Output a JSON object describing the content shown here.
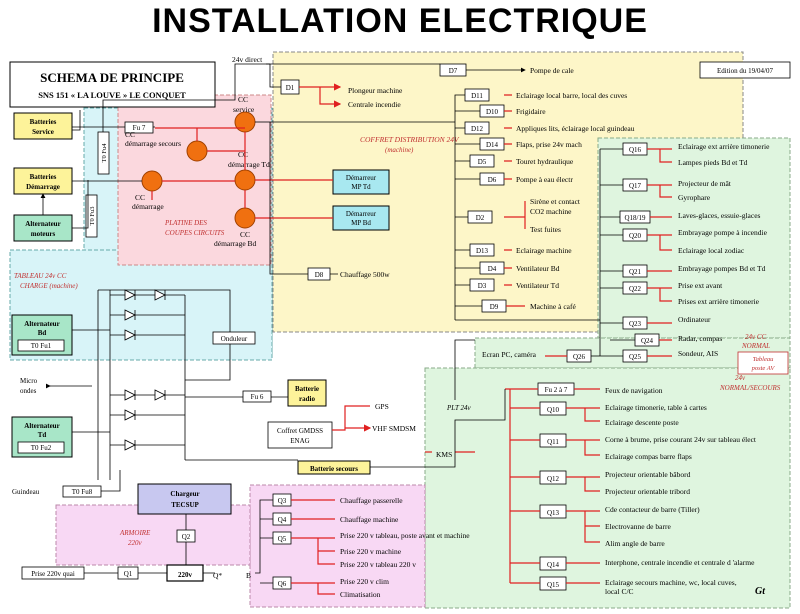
{
  "title": "INSTALLATION ELECTRIQUE",
  "header": {
    "schema": "SCHEMA DE PRINCIPE",
    "vessel": "SNS 151 « LA LOUVE » LE CONQUET",
    "edition": "Edition du 19/04/07"
  },
  "zones": {
    "coffret": "COFFRET DISTRIBUTION 24V",
    "coffret_sub": "(machine)",
    "platine": "PLATINE DES",
    "platine_sub": "COUPES CIRCUITS",
    "tableau": "TABLEAU 24v CC",
    "tableau_sub": "CHARGE (machine)",
    "normal": "24v CC",
    "normal_sub": "NORMAL",
    "normal_secours": "24v",
    "normal_secours_sub": "NORMAL/SECOURS",
    "poste_av_1": "Tableau",
    "poste_av_2": "poste AV",
    "armoire": "ARMOIRE",
    "armoire_sub": "220v",
    "plt": "PLT 24v"
  },
  "sources": {
    "bat_service_1": "Batteries",
    "bat_service_2": "Service",
    "bat_dem_1": "Batteries",
    "bat_dem_2": "Démarrage",
    "alt_mot_1": "Alternateur",
    "alt_mot_2": "moteurs",
    "alt_bd_1": "Alternateur",
    "alt_bd_2": "Bd",
    "t0fu1": "T0 Fu1",
    "alt_td_1": "Alternateur",
    "alt_td_2": "Td",
    "t0fu2": "T0 Fu2"
  },
  "left": {
    "micro1": "Micro",
    "micro2": "ondes",
    "guindeau": "Guindeau",
    "t0fu8": "T0 Fu8",
    "prise_quai": "Prise 220v quai"
  },
  "fuses": {
    "fu7": "Fu 7",
    "t0fu4": "T0 Fu4",
    "t0fu3": "T0 Fu3",
    "fu6": "Fu 6"
  },
  "platine": {
    "cc_secours_1": "CC",
    "cc_secours_2": "démarrage secours",
    "cc_service_1": "CC",
    "cc_service_2": "service",
    "cc_td_1": "CC",
    "cc_td_2": "démarrage Td",
    "cc_dem_1": "CC",
    "cc_dem_2": "démarrage",
    "cc_bd_1": "CC",
    "cc_bd_2": "démarrage Bd",
    "dem_td_1": "Démarreur",
    "dem_td_2": "MP Td",
    "dem_bd_1": "Démarreur",
    "dem_bd_2": "MP Bd"
  },
  "coffret": {
    "direct": "24v direct",
    "d7": "D7",
    "d7_desc": "Pompe de cale",
    "d1": "D1",
    "d1_desc1": "Plongeur machine",
    "d1_desc2": "Centrale incendie",
    "d8": "D8",
    "d8_desc": "Chauffage 500w",
    "rows": [
      {
        "id": "D11",
        "desc": "Eclairage local barre, local des cuves"
      },
      {
        "id": "D10",
        "desc": "Frigidaire"
      },
      {
        "id": "D12",
        "desc": "Appliques lits, éclairage local guindeau"
      },
      {
        "id": "D14",
        "desc": "Flaps, prise 24v mach"
      },
      {
        "id": "D5",
        "desc": "Touret hydraulique"
      },
      {
        "id": "D6",
        "desc": "Pompe à eau électr"
      },
      {
        "id": "D2",
        "desc": "Sirène et contact",
        "desc2": "CO2 machine",
        "desc3": "Test fuites"
      },
      {
        "id": "D13",
        "desc": "Eclairage machine"
      },
      {
        "id": "D4",
        "desc": "Ventilateur Bd"
      },
      {
        "id": "D3",
        "desc": "Ventilateur Td"
      },
      {
        "id": "D9",
        "desc": "Machine à café"
      }
    ]
  },
  "normal": {
    "rows": [
      {
        "id": "Q16",
        "desc": "Eclairage ext arrière timonerie"
      },
      {
        "id": "",
        "desc": "Lampes pieds Bd et Td"
      },
      {
        "id": "Q17",
        "desc": "Projecteur de mât"
      },
      {
        "id": "",
        "desc": "Gyrophare"
      },
      {
        "id": "Q18/19",
        "desc": "Laves-glaces, essuie-glaces"
      },
      {
        "id": "Q20",
        "desc": "Embrayage pompe à incendie"
      },
      {
        "id": "",
        "desc": "Eclairage local zodiac"
      },
      {
        "id": "Q21",
        "desc": "Embrayage pompes Bd et Td"
      },
      {
        "id": "Q22",
        "desc": "Prise ext avant"
      },
      {
        "id": "",
        "desc": "Prises ext arrière timonerie"
      },
      {
        "id": "Q23",
        "desc": "Ordinateur"
      },
      {
        "id": "Q24",
        "desc": "Radar, compas"
      },
      {
        "id": "Q25",
        "desc": "Sondeur, AIS"
      },
      {
        "id": "Q26",
        "desc": "Ecran PC, caméra"
      }
    ]
  },
  "secours": {
    "fu27": "Fu 2 à 7",
    "rows": [
      {
        "id": "",
        "desc": "Feux de navigation"
      },
      {
        "id": "Q10",
        "desc": "Eclairage timonerie, table à cartes"
      },
      {
        "id": "",
        "desc": "Eclairage descente poste"
      },
      {
        "id": "Q11",
        "desc": "Corne à brume, prise courant 24v sur tableau élect"
      },
      {
        "id": "",
        "desc": "Eclairage compas barre flaps"
      },
      {
        "id": "Q12",
        "desc": "Projecteur orientable bâbord"
      },
      {
        "id": "",
        "desc": "Projecteur orientable tribord"
      },
      {
        "id": "Q13",
        "desc": "Cde contacteur de barre (Tiller)"
      },
      {
        "id": "",
        "desc": "Electrovanne de barre"
      },
      {
        "id": "",
        "desc": "Alim angle de barre"
      },
      {
        "id": "Q14",
        "desc": "Interphone, centrale incendie et centrale d 'alarme"
      },
      {
        "id": "Q15",
        "desc": "Eclairage secours machine, wc, local cuves,",
        "desc2": "local C/C"
      }
    ]
  },
  "middle": {
    "bat_radio_1": "Batterie",
    "bat_radio_2": "radio",
    "gmdss_1": "Coffret GMDSS",
    "gmdss_2": "ENAG",
    "gps": "GPS",
    "vhf": "VHF SMDSM",
    "bat_secours": "Batterie secours",
    "onduleur": "Onduleur",
    "chargeur_1": "Chargeur",
    "chargeur_2": "TECSUP",
    "kms": "KMS"
  },
  "armoire": {
    "rows": [
      {
        "id": "Q3",
        "desc": "Chauffage passerelle"
      },
      {
        "id": "Q4",
        "desc": "Chauffage machine"
      },
      {
        "id": "Q5",
        "desc": "Prise 220 v tableau, poste avant et machine"
      },
      {
        "id": "",
        "desc": "Prise 220 v machine"
      },
      {
        "id": "",
        "desc": "Prise 220 v tableau 220 v"
      },
      {
        "id": "Q6",
        "desc": "Prise 220 v clim"
      },
      {
        "id": "",
        "desc": "Climatisation"
      }
    ],
    "q2": "Q2",
    "q1": "Q1",
    "v220": "220v",
    "qstar": "Q*",
    "b": "B"
  },
  "signature": "Gt"
}
